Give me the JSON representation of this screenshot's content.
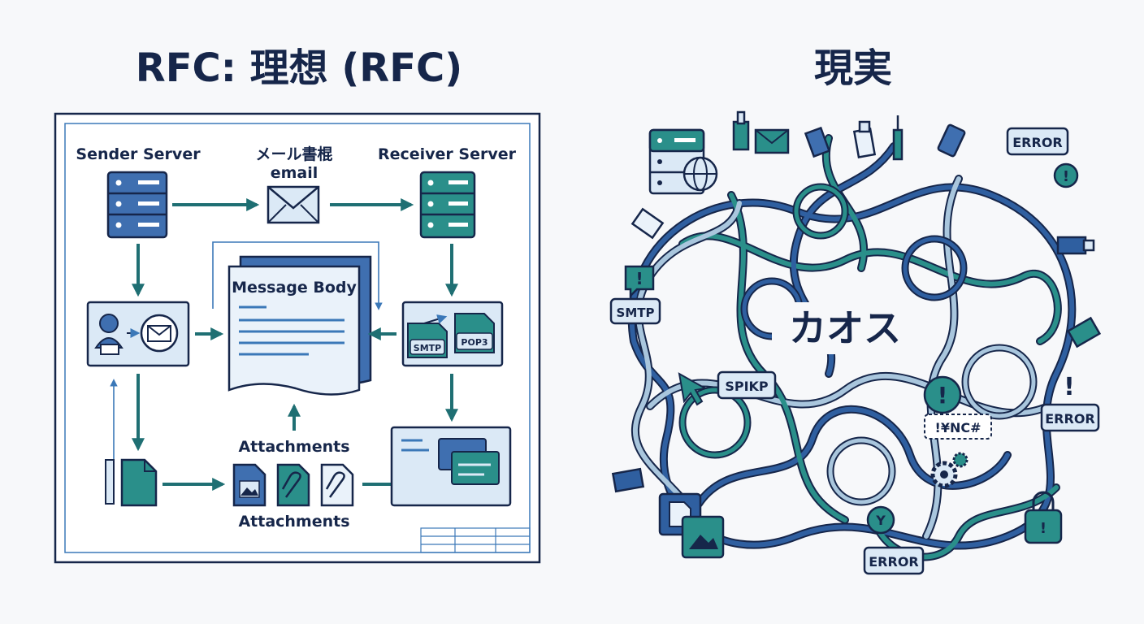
{
  "titles": {
    "left": "RFC: 理想 (RFC)",
    "right": "現実"
  },
  "ideal": {
    "sender_server": "Sender Server",
    "email_label_jp": "メール書棍",
    "email_label_en": "email",
    "receiver_server": "Receiver Server",
    "message_body": "Message Body",
    "smtp": "SMTP",
    "pop3": "POP3",
    "attachments_upper": "Attachments",
    "attachments_lower": "Attachments"
  },
  "chaos": {
    "center": "カオス",
    "tag_error_1": "ERROR",
    "tag_error_2": "ERROR",
    "tag_error_3": "ERROR",
    "tag_smtp": "SMTP",
    "tag_spikp": "SPIKP",
    "tag_glitch": "!¥NC#",
    "tag_y": "Y"
  },
  "colors": {
    "navy": "#16264a",
    "blue": "#2f5fa0",
    "teal": "#2a8f8a",
    "light_blue": "#dbe9f6",
    "pale_blue": "#eaf2fa",
    "cable_light": "#a9c6dd"
  }
}
